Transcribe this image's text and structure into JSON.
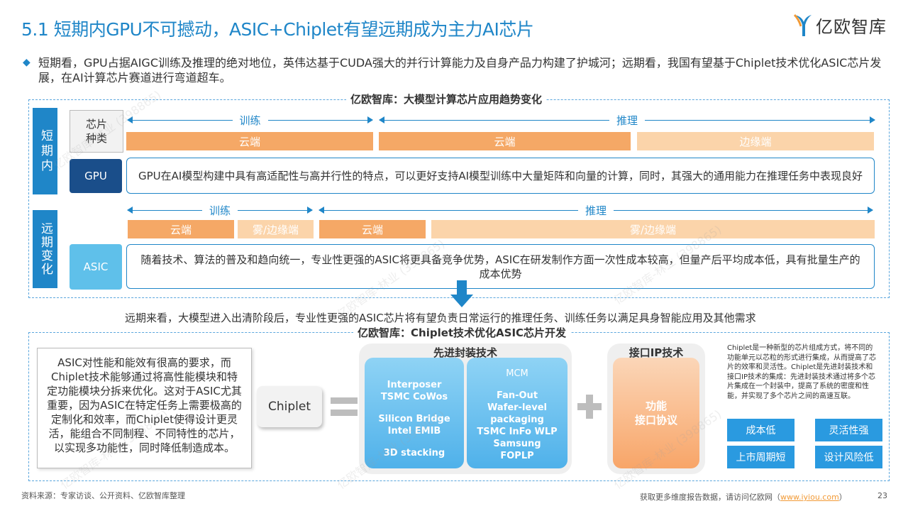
{
  "header": {
    "title": "5.1 短期内GPU不可撼动，ASIC+Chiplet有望远期成为主力AI芯片",
    "logo_text": "亿欧智库"
  },
  "bullet": {
    "text": "短期看，GPU占据AIGC训练及推理的绝对地位，英伟达基于CUDA强大的并行计算能力及自身产品力构建了护城河；远期看，我国有望基于Chiplet技术优化ASIC芯片发展，在AI计算芯片赛道进行弯道超车。"
  },
  "trend": {
    "title": "亿欧智库：大模型计算芯片应用趋势变化",
    "short_term": {
      "label": "短期内",
      "chip_type_label": "芯片种类",
      "train_label": "训练",
      "infer_label": "推理",
      "cells": [
        "云端",
        "云端",
        "边缘端"
      ],
      "chip": "GPU",
      "description": "GPU在AI模型构建中具有高适配性与高并行性的特点，可以更好支持AI模型训练中大量矩阵和向量的计算，同时，其强大的通用能力在推理任务中表现良好"
    },
    "long_term": {
      "label": "远期变化",
      "train_label": "训练",
      "infer_label": "推理",
      "cells": [
        "云端",
        "雾/边缘端",
        "云端",
        "雾/边缘端"
      ],
      "chip": "ASIC",
      "description": "随着技术、算法的普及和趋向统一，专业性更强的ASIC将更具备竞争优势，ASIC在研发制作方面一次性成本较高，但量产后平均成本低，具有批量生产的成本优势"
    }
  },
  "summary": "远期来看，大模型进入出清阶段后，专业性更强的ASIC芯片将有望负责日常运行的推理任务、训练任务以满足具身智能应用及其他需求",
  "chiplet": {
    "title": "亿欧智库：Chiplet技术优化ASIC芯片开发",
    "left_text": "ASIC对性能和能效有很高的要求，而Chiplet技术能够通过将高性能模块和特定功能模块分拆来优化。这对于ASIC尤其重要，因为ASIC在特定任务上需要极高的定制化和效率，而Chiplet使得设计更灵活，能组合不同制程、不同特性的芯片，以实现多功能性，同时降低制造成本。",
    "chiplet_label": "Chiplet",
    "packaging_title": "先进封装技术",
    "col1": [
      "Interposer",
      "TSMC CoWos",
      "Silicon Bridge",
      "Intel EMIB",
      "3D stacking"
    ],
    "col2": [
      "MCM",
      "Fan-Out",
      "Wafer-level",
      "packaging",
      "TSMC InFo WLP",
      "Samsung",
      "FOPLP"
    ],
    "ip_title": "接口IP技术",
    "ip_text": [
      "功能",
      "接口协议"
    ],
    "note": "Chiplet是一种新型的芯片组成方式，将不同的功能单元以芯粒的形式进行集成，从而提高了芯片的效率和灵活性。Chiplet是先进封装技术和接口IP技术的集成：先进封装技术通过将多个芯片集成在一个封装中，提高了系统的密度和性能，并实现了多个芯片之间的高速互联。",
    "tags": [
      "成本低",
      "灵活性强",
      "上市周期短",
      "设计风险低"
    ]
  },
  "footer": {
    "source": "资料来源：专家访谈、公开资料、亿欧智库整理",
    "more": "获取更多维度报告数据，请访问亿欧网（",
    "link": "www.iyiou.com",
    "close": "）",
    "page": "23"
  },
  "watermark": "亿欧智库-林业 (398865)",
  "colors": {
    "accent": "#1f86c8",
    "navy": "#1a4e8a",
    "orange": "#f5a866",
    "pale_orange": "#fbd4aa",
    "light_blue": "#5fc0ea"
  }
}
